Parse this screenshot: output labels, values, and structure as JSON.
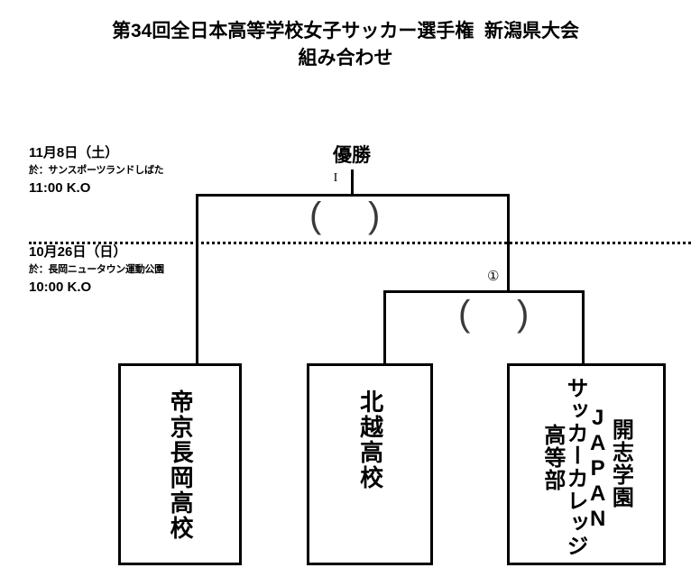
{
  "title": {
    "line1": "第34回全日本高等学校女子サッカー選手権  新潟県大会",
    "line2": "組み合わせ"
  },
  "schedule": [
    {
      "date": "11月8日（土）",
      "venue": "於：サンスポーツランドしばた",
      "kickoff": "11:00 K.O"
    },
    {
      "date": "10月26日（日）",
      "venue": "於：長岡ニュータウン運動公園",
      "kickoff": "10:00 K.O"
    }
  ],
  "bracket": {
    "champion_label": "優勝",
    "champion_match_number": "I",
    "match_number_circled": "①",
    "score_paren_left": "(",
    "score_paren_right": ")"
  },
  "teams": [
    {
      "id": "teikyo-nagaoka",
      "columns": [
        "帝京長岡高校"
      ]
    },
    {
      "id": "hokuetsu",
      "columns": [
        "北越高校"
      ]
    },
    {
      "id": "kaishi-gakuen-japan-soccer-college",
      "columns": [
        "開志学園",
        "JAPAN",
        "サッカーカレッジ",
        "高等部"
      ]
    }
  ],
  "colors": {
    "line": "#000000",
    "text": "#000000",
    "paren": "#3a3a3a",
    "background": "#ffffff"
  }
}
